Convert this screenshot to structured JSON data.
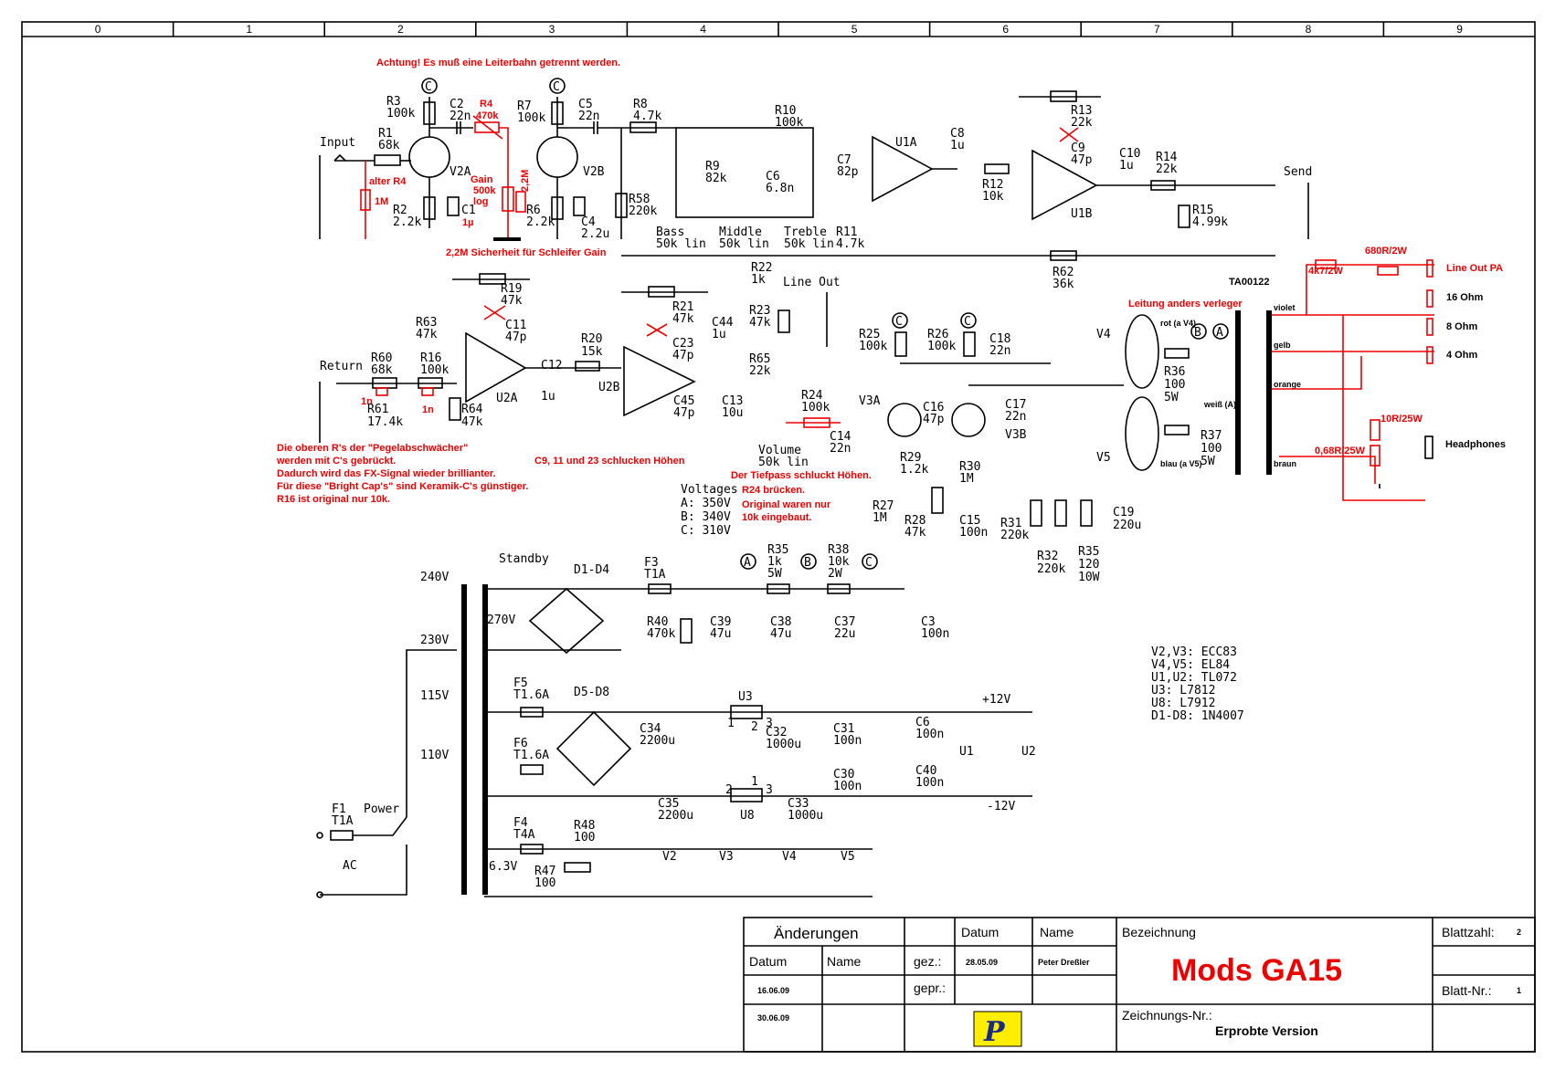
{
  "grid_columns": [
    "0",
    "1",
    "2",
    "3",
    "4",
    "5",
    "6",
    "7",
    "8",
    "9"
  ],
  "notes": {
    "warning": "Achtung! Es muß eine Leiterbahn getrennt werden.",
    "gain_safety": "2,2M Sicherheit für Schleifer Gain",
    "r4_old": "alter R4",
    "r4_old_val": "1M",
    "gain_label": "Gain",
    "gain_val": "500k",
    "gain_taper": "log",
    "r4_red": "R4",
    "r4_red_val": "470k",
    "r22m": "2,2M",
    "bright_caps": [
      "Die oberen R's der \"Pegelabschwächer\"",
      "werden mit C's gebrückt.",
      "Dadurch wird das FX-Signal wieder brillianter.",
      "Für diese \"Bright Cap's\" sind Keramik-C's günstiger.",
      "R16 ist original nur 10k."
    ],
    "c9_note": "C9, 11 und 23 schlucken Höhen",
    "tiefpass": "Der Tiefpass schluckt Höhen.",
    "r24_note": [
      "R24 brücken.",
      "Original waren nur",
      "10k eingebaut."
    ],
    "leitung": "Leitung anders verleger",
    "one_n_a": "1n",
    "one_n_b": "1n",
    "r680": "680R/2W",
    "r4k7": "4k7/2W",
    "line_out_pa": "Line Out PA",
    "ohm16": "16 Ohm",
    "ohm8": "8 Ohm",
    "ohm4": "4 Ohm",
    "r10r": "10R/25W",
    "r068": "0,68R/25W",
    "headphones": "Headphones",
    "violet": "violet",
    "gelb": "gelb",
    "orange": "orange",
    "weiss": "weiß (A)",
    "braun": "braun",
    "rot": "rot (a V4)",
    "blau": "blau (a V5)",
    "ta": "TA00122"
  },
  "labels": {
    "input": "Input",
    "return": "Return",
    "send": "Send",
    "line_out": "Line Out",
    "voltages": [
      "Voltages",
      "A: 350V",
      "B: 340V",
      "C: 310V"
    ],
    "parts_list": [
      "V2,V3: ECC83",
      "V4,V5: EL84",
      "U1,U2: TL072",
      "U3: L7812",
      "U8: L7912",
      "D1-D8: 1N4007"
    ],
    "standby": "Standby",
    "power": "Power",
    "ac": "AC",
    "v240": "240V",
    "v230": "230V",
    "v115": "115V",
    "v110": "110V",
    "v270": "270V",
    "v63": "6.3V",
    "plus12": "+12V",
    "minus12": "-12V"
  },
  "title_block": {
    "aenderungen": "Änderungen",
    "datum": "Datum",
    "name": "Name",
    "datum_col": "Datum",
    "name_col": "Name",
    "gez": "gez.:",
    "gepr": "gepr.:",
    "gez_date": "28.05.09",
    "gez_name": "Peter Dreßler",
    "change1": "16.06.09",
    "change2": "30.06.09",
    "bezeichnung": "Bezeichnung",
    "title": "Mods GA15",
    "zeichnungs_nr": "Zeichnungs-Nr.:",
    "version": "Erprobte Version",
    "blattzahl": "Blattzahl:",
    "blattzahl_val": "2",
    "blatt_nr": "Blatt-Nr.:",
    "blatt_nr_val": "1",
    "logo": "P"
  },
  "colors": {
    "mod": "#e00000",
    "ink": "#000000",
    "logo_bg": "#ffee00",
    "logo_fg": "#1a2a8a"
  }
}
